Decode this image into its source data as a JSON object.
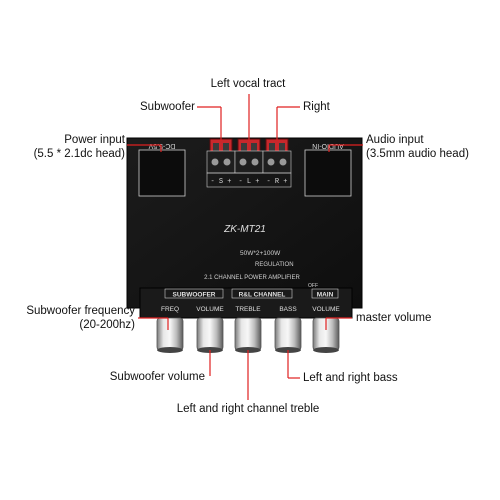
{
  "board": {
    "model": "ZK-MT21",
    "power_rating": "50W*2+100W",
    "regulation_text": "REGULATION",
    "subtitle": "2.1 CHANNEL POWER AMPLIFIER",
    "left_jack_label": "DC-5.5V",
    "right_jack_label": "AUDIO-IN",
    "terminal_marks": [
      "- S +",
      "- L +",
      "- R +"
    ],
    "section_subwoofer": "SUBWOOFER",
    "section_channel": "R&L CHANNEL",
    "section_main": "MAIN",
    "knob_freq": "FREQ",
    "knob_volume_sub": "VOLUME",
    "knob_treble": "TREBLE",
    "knob_bass": "BASS",
    "knob_volume_main": "VOLUME",
    "off_text": "OFF"
  },
  "callouts": {
    "left_vocal_tract": "Left vocal tract",
    "subwoofer": "Subwoofer",
    "right": "Right",
    "power_input": "Power input",
    "power_input_detail": "(5.5 * 2.1dc head)",
    "audio_input": "Audio input",
    "audio_input_detail": "(3.5mm audio head)",
    "subwoofer_frequency": "Subwoofer frequency",
    "subwoofer_frequency_detail": "(20-200hz)",
    "master_volume": "master volume",
    "subwoofer_volume": "Subwoofer volume",
    "left_right_bass": "Left and right bass",
    "left_right_treble": "Left and right channel treble"
  },
  "colors": {
    "callout_line": "#e02020",
    "board": "#141414",
    "board_text": "#d8d8d8",
    "terminal_red": "#c8282c"
  }
}
